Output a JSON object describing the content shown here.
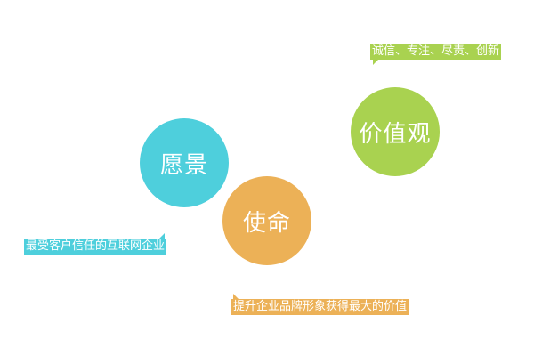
{
  "circles": {
    "vision": {
      "label": "愿景",
      "color": "#4ecfdc"
    },
    "mission": {
      "label": "使命",
      "color": "#ecb157"
    },
    "values": {
      "label": "价值观",
      "color": "#a9d250"
    }
  },
  "tags": {
    "vision": {
      "text": "最受客户信任的互联网企业",
      "color": "#4ecfdc"
    },
    "mission": {
      "text": "提升企业品牌形象获得最大的价值",
      "color": "#ecb157"
    },
    "values": {
      "text": "诚信、专注、尽责、创新",
      "color": "#a9d250"
    }
  }
}
